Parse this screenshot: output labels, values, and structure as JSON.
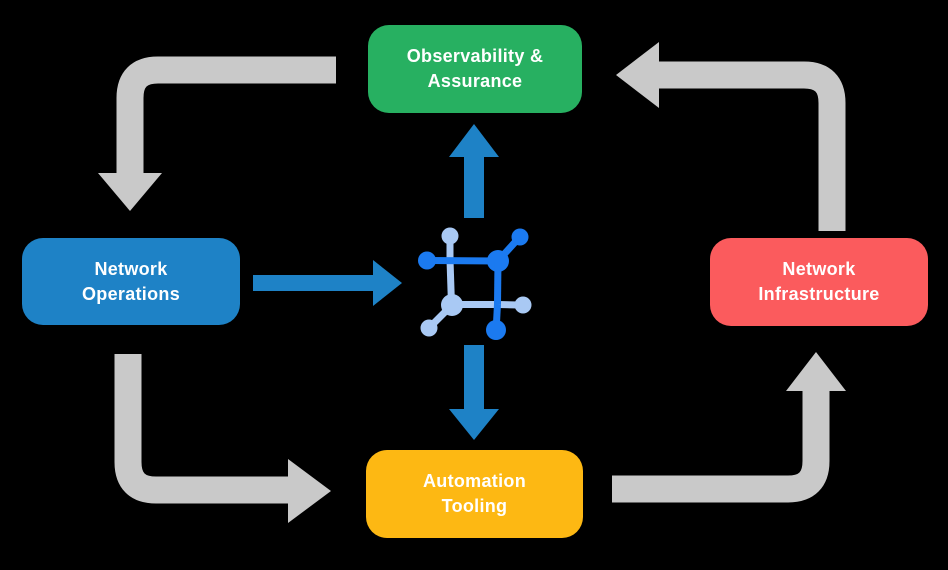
{
  "diagram": {
    "type": "cycle-flowchart",
    "nodes": [
      {
        "id": "observability",
        "label": "Observability &\nAssurance",
        "color": "#27B061"
      },
      {
        "id": "network-operations",
        "label": "Network\nOperations",
        "color": "#1E82C6"
      },
      {
        "id": "network-infrastructure",
        "label": "Network\nInfrastructure",
        "color": "#FB5B5D"
      },
      {
        "id": "automation-tooling",
        "label": "Automation\nTooling",
        "color": "#FDB813"
      }
    ],
    "center_icon": {
      "name": "network-fabric-icon"
    },
    "edges": {
      "cycle": [
        {
          "from": "Observability & Assurance",
          "to": "Network Operations"
        },
        {
          "from": "Network Operations",
          "to": "Automation Tooling"
        },
        {
          "from": "Automation Tooling",
          "to": "Network Infrastructure"
        },
        {
          "from": "Network Infrastructure",
          "to": "Observability & Assurance"
        }
      ],
      "accent": [
        {
          "from": "Network Operations",
          "to": "center-icon"
        },
        {
          "from": "center-icon",
          "to": "Observability & Assurance"
        },
        {
          "from": "center-icon",
          "to": "Automation Tooling"
        }
      ]
    }
  },
  "colors": {
    "background": "#000000",
    "text": "#FFFFFF",
    "cycle_arrow": "#C9C9C9",
    "accent_arrow": "#1E82C6",
    "icon_dark": "#1B7AF0",
    "icon_light": "#A9C9F4"
  }
}
